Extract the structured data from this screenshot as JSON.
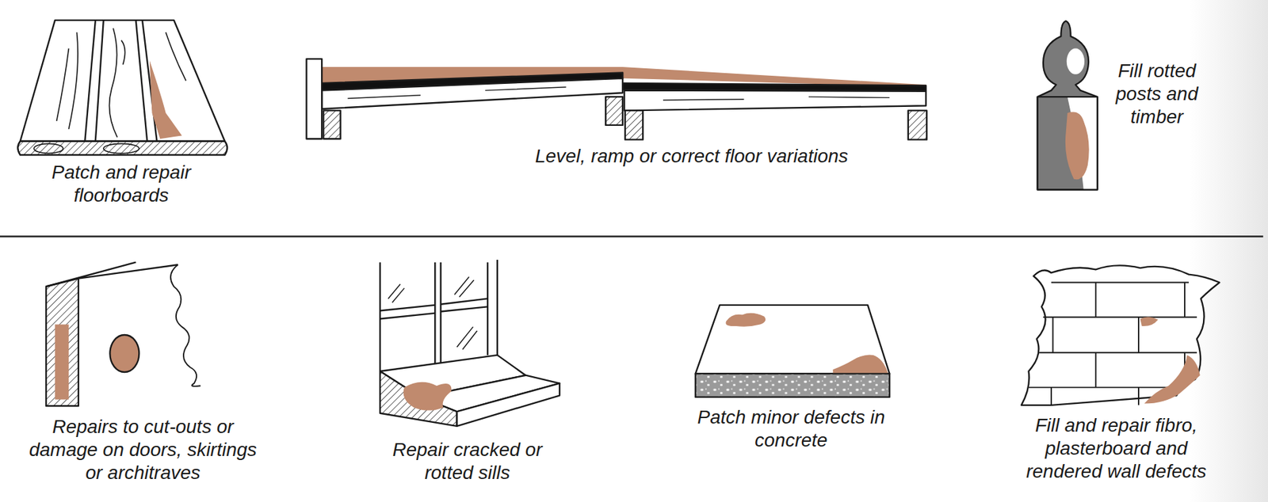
{
  "diagram": {
    "labels": [
      "Patch and repair floorboards",
      "Level, ramp or correct floor variations",
      "Fill rotted posts and timber",
      "Repairs to cut-outs or damage on doors, skirtings or architraves",
      "Repair cracked or rotted sills",
      "Patch minor defects in concrete",
      "Fill and repair fibro, plasterboard and rendered wall defects"
    ]
  }
}
